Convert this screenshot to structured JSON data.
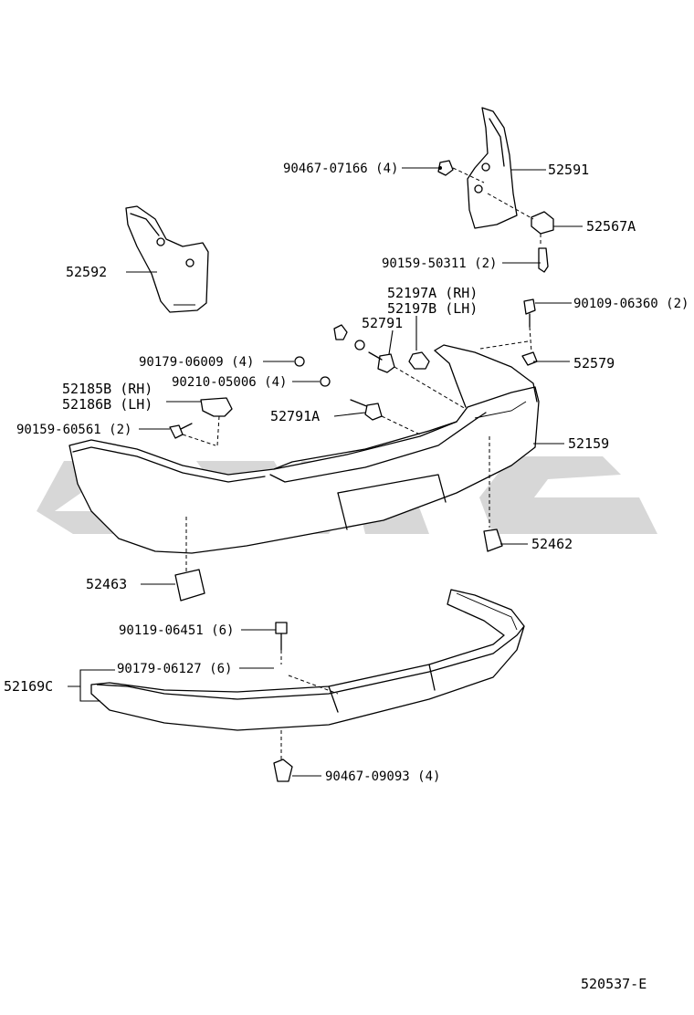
{
  "diagram": {
    "code": "520537-E",
    "watermark": "logo",
    "labels": {
      "p90467_07166": "90467-07166 (4)",
      "p52591": "52591",
      "p52567A": "52567A",
      "p90159_50311": "90159-50311 (2)",
      "p52592": "52592",
      "p52197A": "52197A (RH)",
      "p52197B": "52197B (LH)",
      "p90109_06360": "90109-06360 (2)",
      "p52791": "52791",
      "p90179_06009": "90179-06009 (4)",
      "p52579": "52579",
      "p52185B": "52185B (RH)",
      "p52186B": "52186B (LH)",
      "p90210_05006": "90210-05006 (4)",
      "p90159_60561": "90159-60561 (2)",
      "p52791A": "52791A",
      "p52159": "52159",
      "p52462": "52462",
      "p52463": "52463",
      "p90119_06451": "90119-06451 (6)",
      "p90179_06127": "90179-06127 (6)",
      "p52169C": "52169C",
      "p90467_09093": "90467-09093 (4)"
    }
  }
}
